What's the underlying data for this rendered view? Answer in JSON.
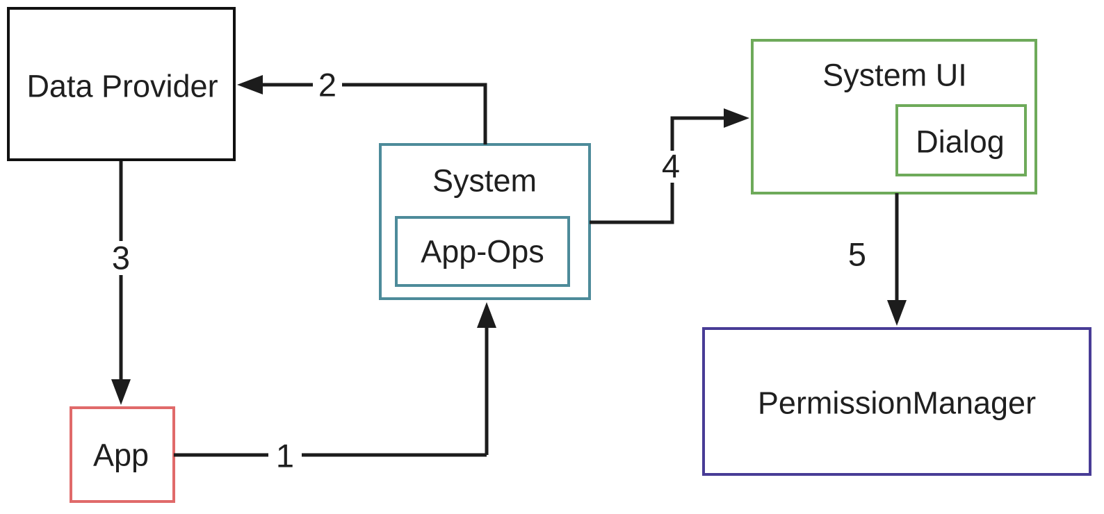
{
  "diagram": {
    "description": "Flow diagram of app permission handling",
    "nodes": {
      "data_provider": {
        "label": "Data Provider",
        "border_color": "#111111"
      },
      "app": {
        "label": "App",
        "border_color": "#e06a6a"
      },
      "system": {
        "label": "System",
        "border_color": "#4d8b9a"
      },
      "app_ops": {
        "label": "App-Ops",
        "border_color": "#4d8b9a"
      },
      "system_ui": {
        "label": "System UI",
        "border_color": "#6eaa5a"
      },
      "dialog": {
        "label": "Dialog",
        "border_color": "#6eaa5a"
      },
      "permission_manager": {
        "label": "PermissionManager",
        "border_color": "#483c96"
      }
    },
    "edges": [
      {
        "label": "1",
        "from": "App",
        "to": "System"
      },
      {
        "label": "2",
        "from": "System",
        "to": "Data Provider"
      },
      {
        "label": "3",
        "from": "Data Provider",
        "to": "App"
      },
      {
        "label": "4",
        "from": "System",
        "to": "System UI"
      },
      {
        "label": "5",
        "from": "System UI",
        "to": "PermissionManager"
      }
    ],
    "colors": {
      "background": "#ffffff",
      "arrow": "#1c1c1c",
      "text": "#1f1f1f"
    }
  }
}
